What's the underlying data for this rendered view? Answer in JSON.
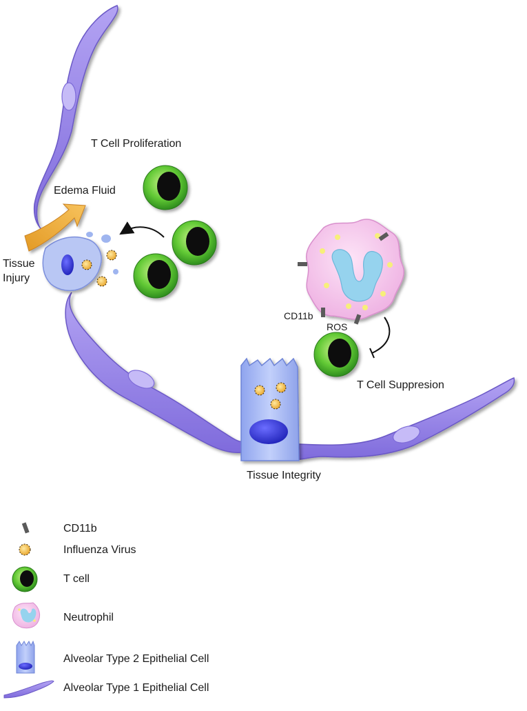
{
  "labels": {
    "t_cell_proliferation": "T Cell Proliferation",
    "edema_fluid": "Edema Fluid",
    "tissue_injury_line1": "Tissue",
    "tissue_injury_line2": "Injury",
    "cd11b": "CD11b",
    "ros": "ROS",
    "t_cell_suppression": "T Cell Suppresion",
    "tissue_integrity": "Tissue Integrity"
  },
  "legend": [
    {
      "label": "CD11b"
    },
    {
      "label": "Influenza Virus"
    },
    {
      "label": "T cell"
    },
    {
      "label": "Neutrophil"
    },
    {
      "label": "Alveolar Type 2 Epithelial Cell"
    },
    {
      "label": "Alveolar Type 1 Epithelial Cell"
    }
  ],
  "colors": {
    "type1_cell": "#9b88e8",
    "type2_cell": "#a6b9f2",
    "nucleus_blue": "#2e31d9",
    "tcell_ring": "#55c232",
    "tcell_core": "#0d0d0d",
    "neutrophil": "#f6c7ee",
    "neutrophil_nucleus": "#8fd2ee",
    "granule": "#f7ef7a",
    "virus": "#f4b73a",
    "edema_arrow": "#f0a733",
    "cd11b": "#5a5a5a"
  }
}
